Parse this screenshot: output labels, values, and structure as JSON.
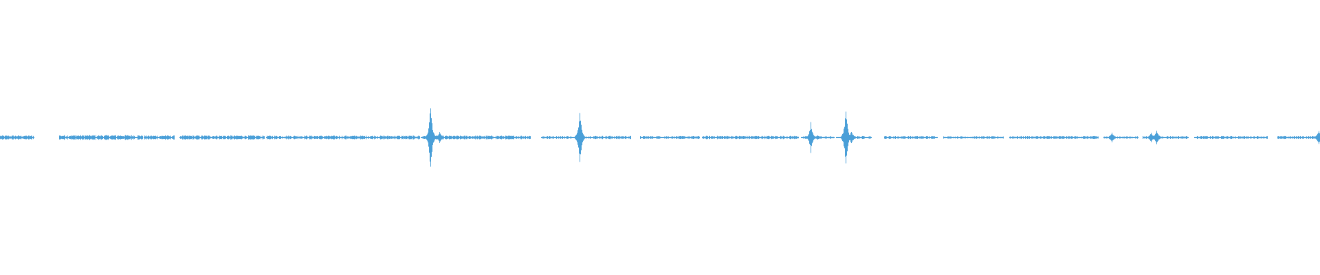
{
  "waveform": {
    "color": "#4a9fd8",
    "background": "#ffffff",
    "baseline_amplitude": 0.004,
    "segments": [
      {
        "start": 0.0,
        "end": 0.026,
        "level": 0.01
      },
      {
        "start": 0.045,
        "end": 0.108,
        "level": 0.012
      },
      {
        "start": 0.109,
        "end": 0.132,
        "level": 0.01
      },
      {
        "start": 0.136,
        "end": 0.2,
        "level": 0.01
      },
      {
        "start": 0.202,
        "end": 0.318,
        "level": 0.009
      },
      {
        "start": 0.32,
        "end": 0.402,
        "level": 0.009
      },
      {
        "start": 0.41,
        "end": 0.433,
        "level": 0.007
      },
      {
        "start": 0.44,
        "end": 0.478,
        "level": 0.008
      },
      {
        "start": 0.485,
        "end": 0.53,
        "level": 0.007
      },
      {
        "start": 0.532,
        "end": 0.605,
        "level": 0.008
      },
      {
        "start": 0.607,
        "end": 0.632,
        "level": 0.006
      },
      {
        "start": 0.64,
        "end": 0.66,
        "level": 0.007
      },
      {
        "start": 0.67,
        "end": 0.71,
        "level": 0.007
      },
      {
        "start": 0.715,
        "end": 0.76,
        "level": 0.006
      },
      {
        "start": 0.765,
        "end": 0.832,
        "level": 0.007
      },
      {
        "start": 0.836,
        "end": 0.862,
        "level": 0.006
      },
      {
        "start": 0.866,
        "end": 0.9,
        "level": 0.007
      },
      {
        "start": 0.905,
        "end": 0.96,
        "level": 0.007
      },
      {
        "start": 0.968,
        "end": 1.0,
        "level": 0.007
      }
    ],
    "spikes": [
      {
        "pos": 0.125,
        "amp": 0.02
      },
      {
        "pos": 0.15,
        "amp": 0.015
      },
      {
        "pos": 0.3262,
        "amp": 0.28
      },
      {
        "pos": 0.333,
        "amp": 0.04
      },
      {
        "pos": 0.439,
        "amp": 0.24
      },
      {
        "pos": 0.614,
        "amp": 0.12
      },
      {
        "pos": 0.6195,
        "amp": 0.02
      },
      {
        "pos": 0.6405,
        "amp": 0.25
      },
      {
        "pos": 0.645,
        "amp": 0.05
      },
      {
        "pos": 0.842,
        "amp": 0.04
      },
      {
        "pos": 0.872,
        "amp": 0.035
      },
      {
        "pos": 0.876,
        "amp": 0.055
      },
      {
        "pos": 0.999,
        "amp": 0.06
      }
    ]
  }
}
